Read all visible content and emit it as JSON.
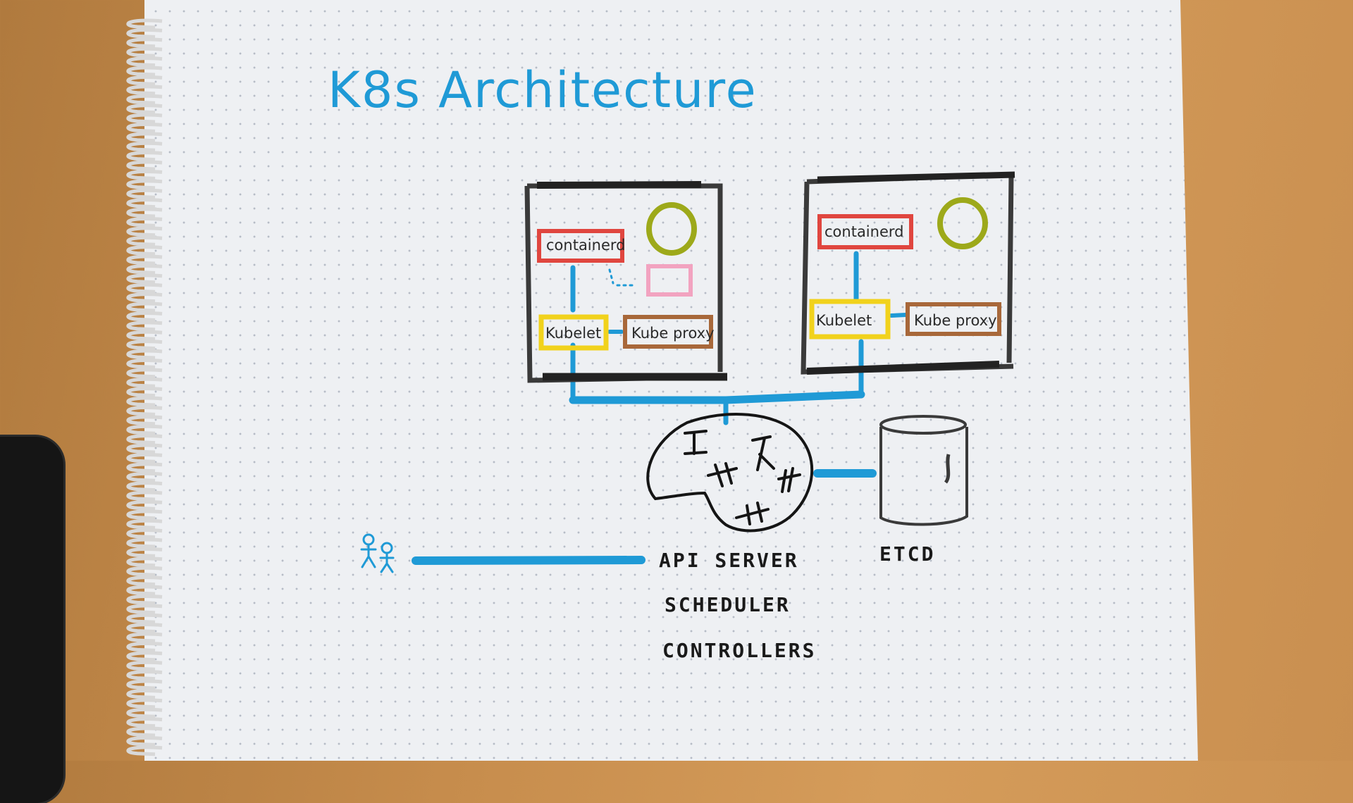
{
  "title": "K8s Architecture",
  "nodes": [
    {
      "runtime": "containerd",
      "agent": "Kubelet",
      "proxy": "Kube proxy"
    },
    {
      "runtime": "containerd",
      "agent": "Kubelet",
      "proxy": "Kube proxy"
    }
  ],
  "control_plane": {
    "api_server": "API SERVER",
    "scheduler": "SCHEDULER",
    "controllers": "CONTROLLERS"
  },
  "etcd": "ETCD",
  "colors": {
    "blue": "#1f9ad6",
    "red": "#e0463f",
    "yellow": "#f1d21c",
    "brown": "#a8683a",
    "olive": "#9da91a",
    "pink": "#f2a3c0",
    "dark": "#3a3a3a"
  },
  "icons": [
    "users-icon",
    "brain-icon",
    "database-icon",
    "pod-circle-icon",
    "pod-rect-icon"
  ]
}
